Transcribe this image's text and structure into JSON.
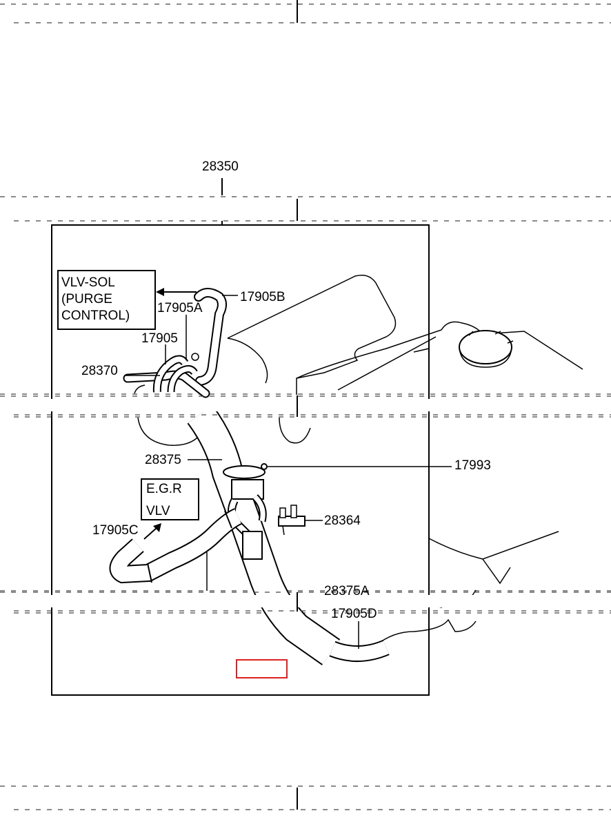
{
  "diagram": {
    "top_callout": "28350",
    "boxes": {
      "vlv_sol": [
        "VLV-SOL",
        "(PURGE",
        "CONTROL)"
      ],
      "egr_vlv": [
        "E.G.R",
        "VLV"
      ]
    },
    "part_labels": {
      "p17905B": "17905B",
      "p17905A": "17905A",
      "p17905": "17905",
      "p28370": "28370",
      "p28375": "28375",
      "p17993": "17993",
      "p28364": "28364",
      "p17905C": "17905C",
      "p28375A": "28375A",
      "p17905D": "17905D"
    },
    "highlight_color": "#e0201e"
  }
}
